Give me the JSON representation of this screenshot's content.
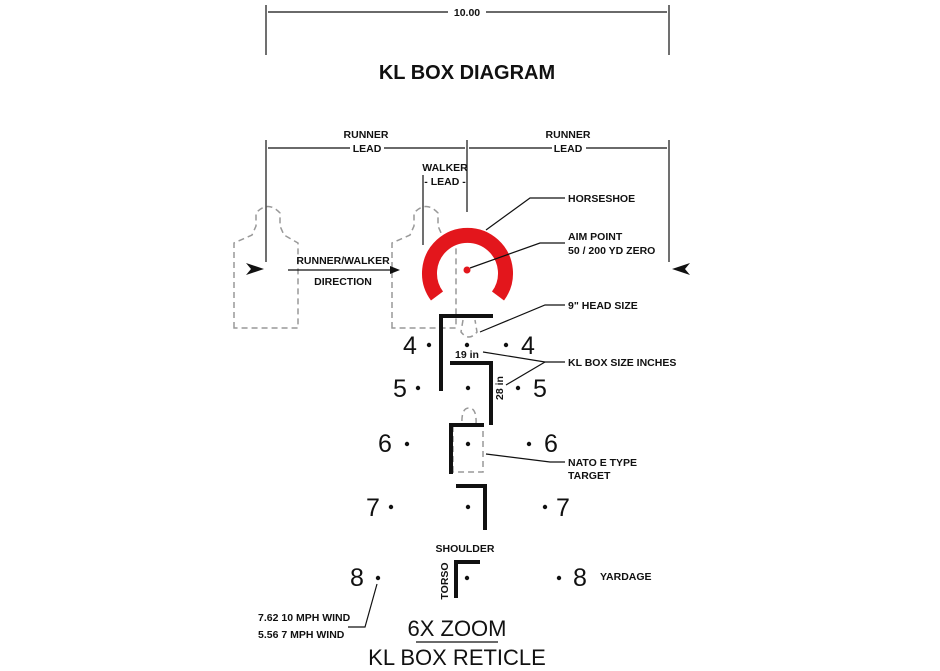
{
  "top_dimension": "10.00",
  "title": "KL BOX DIAGRAM",
  "runner_lead_left": [
    "RUNNER",
    "LEAD"
  ],
  "runner_lead_right": [
    "RUNNER",
    "LEAD"
  ],
  "walker_lead": [
    "WALKER",
    "- LEAD -"
  ],
  "direction": [
    "RUNNER/WALKER",
    "DIRECTION"
  ],
  "callouts": {
    "horseshoe": "HORSESHOE",
    "aim_point": [
      "AIM POINT",
      "50 / 200 YD ZERO"
    ],
    "head_size": "9\" HEAD SIZE",
    "kl_box_size": "KL BOX SIZE INCHES",
    "nato": [
      "NATO E TYPE",
      "TARGET"
    ],
    "yardage": "YARDAGE",
    "wind": [
      "7.62 10 MPH WIND",
      "5.56  7 MPH WIND"
    ]
  },
  "box_widths": {
    "width": "19 in",
    "height": "28 in"
  },
  "box_labels": {
    "shoulder": "SHOULDER",
    "torso": "TORSO"
  },
  "yardage_rows": [
    "4",
    "5",
    "6",
    "7",
    "8"
  ],
  "reticle_color": "#e3161c",
  "footer": {
    "zoom": "6X ZOOM",
    "name": "KL BOX RETICLE"
  }
}
